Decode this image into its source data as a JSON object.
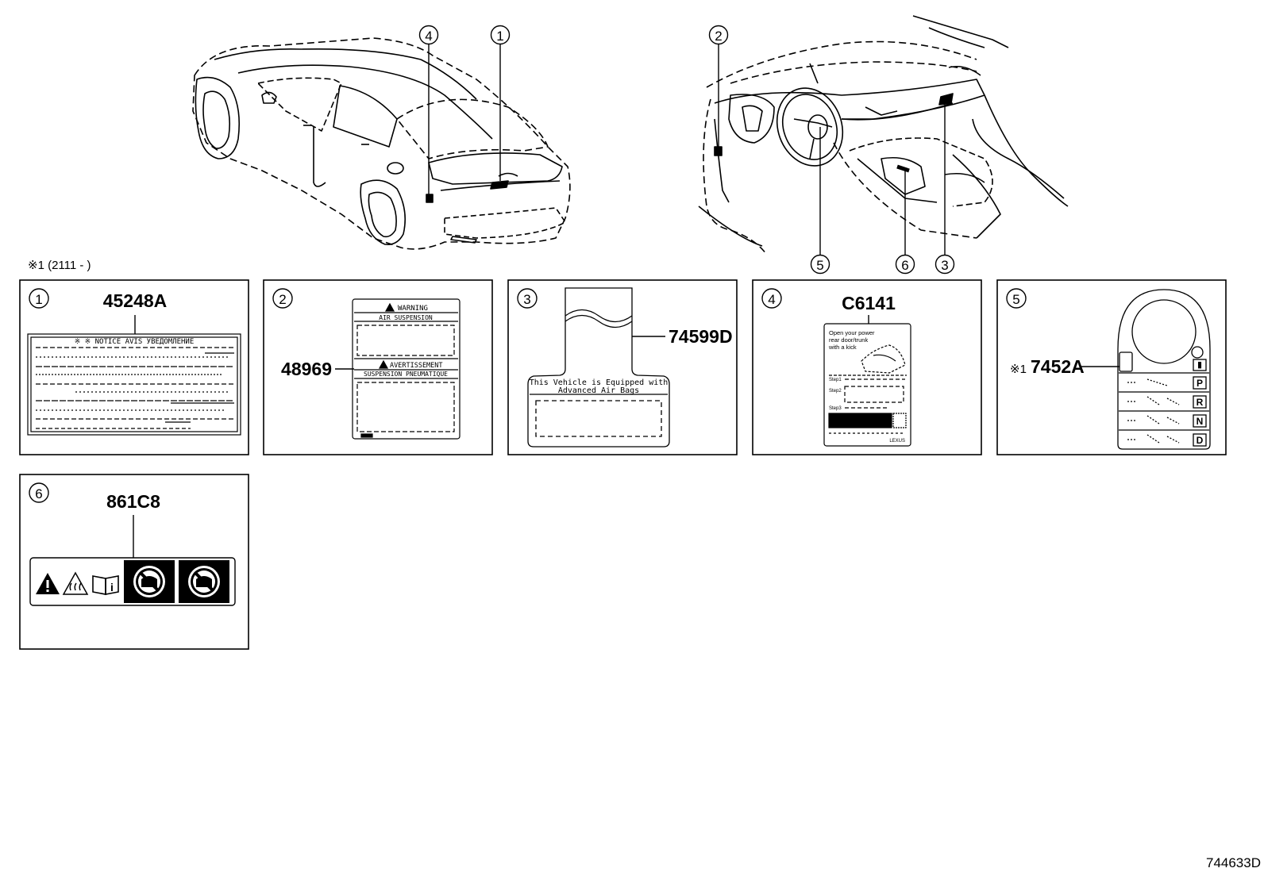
{
  "callouts": [
    "1",
    "2",
    "3",
    "4",
    "5",
    "6"
  ],
  "note": "※1 (2111 -     )",
  "panels": [
    {
      "num": "1",
      "part": "45248A",
      "label_header": "※ ※ NOTICE AVIS УВЕДОМЛЕНИЕ"
    },
    {
      "num": "2",
      "part": "48969",
      "warning": "WARNING",
      "warning_sub": "AIR SUSPENSION",
      "avert": "AVERTISSEMENT",
      "avert_sub": "SUSPENSION PNEUMATIQUE"
    },
    {
      "num": "3",
      "part": "74599D",
      "airbag_line1": "This Vehicle is Equipped with",
      "airbag_line2": "Advanced Air Bags"
    },
    {
      "num": "4",
      "part": "C6141",
      "tag_line1": "Open your power",
      "tag_line2": "rear door/trunk",
      "tag_line3": "with a kick",
      "step1": "Step1",
      "step2": "Step2",
      "step3": "Step3",
      "brand": "LEXUS"
    },
    {
      "num": "5",
      "part": "7452A",
      "part_prefix": "※1",
      "gears": [
        "P",
        "R",
        "N",
        "D"
      ]
    },
    {
      "num": "6",
      "part": "861C8"
    }
  ],
  "figure_code": "744633D"
}
